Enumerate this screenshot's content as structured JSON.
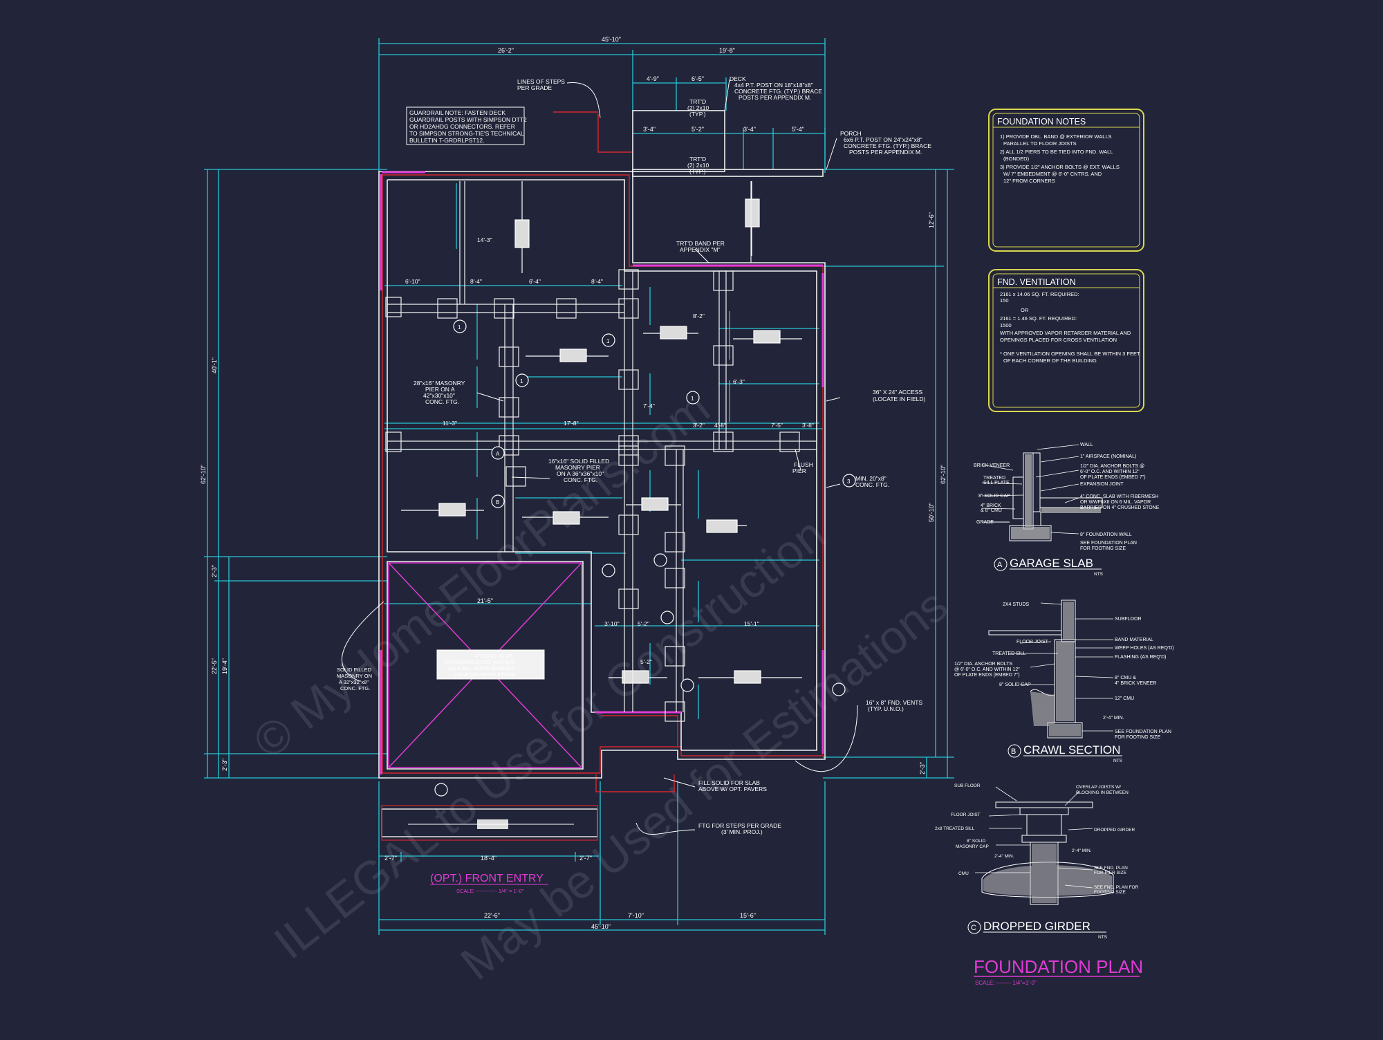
{
  "colors": {
    "background": "#222539",
    "dimension": "#27c6d8",
    "wall": "#f2f2f2",
    "magenta": "#e23ad6",
    "red": "#d4262e",
    "yellow": "#dcd84e",
    "text": "#ffffff",
    "watermark": "#4b4e61"
  },
  "dims": {
    "top_overall": "45'-10\"",
    "top_left": "26'-2\"",
    "top_right": "19'-8\"",
    "deck_1": "4'-9\"",
    "deck_2": "6'-5\"",
    "porch_1": "3'-4\"",
    "porch_2": "5'-2\"",
    "porch_3": "3'-4\"",
    "porch_4": "5'-4\"",
    "left_overall": "62'-10\"",
    "left_upper": "40'-1\"",
    "left_mid": "2'-3\"",
    "left_garage": "22'-5\"",
    "left_garage_in": "19'-4\"",
    "left_bottom": "2'-3\"",
    "right_overall": "62'-10\"",
    "right_upper": "12'-6\"",
    "right_lower": "50'-10\"",
    "right_bottom": "2'-3\"",
    "bottom_overall": "45'-10\"",
    "bottom_1": "22'-6\"",
    "bottom_2": "7'-10\"",
    "bottom_3": "15'-6\"",
    "entry_1": "2'-7\"",
    "entry_2": "18'-4\"",
    "entry_3": "2'-7\"",
    "garage_w": "21'-5\""
  },
  "labels": {
    "guardrail_note": [
      "GUARDRAIL NOTE: FASTEN DECK",
      "GUARDRAIL POSTS WITH SIMPSON DTT2",
      "OR HD2AHDG CONNECTORS. REFER",
      "TO SIMPSON STRONG-TIE'S TECHNICAL",
      "BULLETIN T-GRDRLPST12."
    ],
    "lines_of_steps": [
      "LINES OF STEPS",
      "PER GRADE"
    ],
    "deck": [
      "DECK",
      "4x4 P.T. POST ON 18\"x18\"x8\"",
      "CONCRETE FTG. (TYP.) BRACE",
      "POSTS PER APPENDIX M."
    ],
    "trtd_upper": [
      "TRT'D",
      "(2) 2x10",
      "(TYP.)"
    ],
    "trtd_lower": [
      "TRT'D",
      "(2) 2x10",
      "(TYP.)"
    ],
    "porch": [
      "PORCH",
      "6x6 P.T. POST ON 24\"x24\"x8\"",
      "CONCRETE FTG. (TYP.) BRACE",
      "POSTS PER APPENDIX M."
    ],
    "trtd_band": [
      "TRT'D BAND PER",
      "APPENDIX \"M\""
    ],
    "masonry_pier": [
      "28\"x16\" MASONRY",
      "PIER ON A",
      "42\"x30\"x10\"",
      "CONC. FTG."
    ],
    "solid_pier": [
      "16\"x16\" SOLID FILLED",
      "MASONRY PIER",
      "ON A 36\"x36\"x10\"",
      "CONC. FTG."
    ],
    "access": [
      "36\" X 24\" ACCESS",
      "(LOCATE IN FIELD)"
    ],
    "flush_pier": [
      "FLUSH",
      "PIER"
    ],
    "min_ftg": [
      "MIN. 20\"x8\"",
      "CONC. FTG."
    ],
    "slab": [
      "4\" CONC. SLAB",
      "W/ FIBERMESH OR WWF6X6",
      "ON 6 MIL. VAPOR BARRIER",
      "ON 4\" CRUSHED STONE"
    ],
    "solid_masonry": [
      "SOLID FILLED",
      "MASONRY ON",
      "A 32\"x32\"x8\"",
      "CONC. FTG."
    ],
    "vents": [
      "16\" x 8\" FND. VENTS",
      "(TYP. U.N.O.)"
    ],
    "fill_solid": [
      "FILL SOLID FOR SLAB",
      "ABOVE W/ OPT. PAVERS"
    ],
    "ftg_steps": [
      "FTG FOR STEPS PER GRADE",
      "(3' MIN. PROJ.)"
    ],
    "front_entry_title": "(OPT.) FRONT ENTRY",
    "front_entry_scale": "SCALE: ------------ 1/4\" = 1'-0\"",
    "plan_title": "FOUNDATION PLAN",
    "plan_scale": "SCALE: -------- 1/4\"=1'-0\"",
    "room_dims": [
      "6'-10\"",
      "8'-4\"",
      "6'-4\"",
      "8'-4\"",
      "11'-3\"",
      "17'-8\"",
      "3'-2\"",
      "4'-8\"",
      "7'-5\"",
      "3'-8\"",
      "3'-10\"",
      "5'-2\"",
      "15'-1\"",
      "14'-3\"",
      "7'-4\"",
      "8'-2\"",
      "6'-3\"",
      "5'-2\""
    ],
    "markers": [
      "1",
      "1",
      "1",
      "1",
      "A",
      "B",
      "3"
    ]
  },
  "foundation_notes": {
    "title": "FOUNDATION NOTES",
    "items": [
      "1) PROVIDE DBL. BAND @ EXTERIOR WALLS",
      "PARALLEL TO FLOOR JOISTS",
      "2) ALL 1/2 PIERS TO BE TIED INTO FND. WALL",
      "(BONDED)",
      "3) PROVIDE 1/2\" ANCHOR BOLTS @ EXT. WALLS",
      "W/ 7\" EMBEDMENT @ 6'-0\" CNTRS. AND",
      "12\" FROM CORNERS"
    ]
  },
  "fnd_ventilation": {
    "title": "FND. VENTILATION",
    "items": [
      "2161 x 14.06 SQ. FT. REQUIRED:",
      "150",
      "OR",
      "2161 = 1.46 SQ. FT. REQUIRED:",
      "1500",
      "WITH APPROVED VAPOR RETARDER MATERIAL AND",
      "OPENINGS PLACED FOR CROSS VENTILATION",
      "* ONE VENTILATION OPENING SHALL BE WITHIN 3 FEET",
      "OF EACH CORNER OF THE BUILDING"
    ]
  },
  "details": {
    "garage_slab": {
      "letter": "A",
      "title": "GARAGE SLAB",
      "nts": "NTS",
      "labels": [
        "WALL",
        "1\" AIRSPACE (NOMINAL)",
        "1/2\" DIA. ANCHOR BOLTS @",
        "6'-0\" O.C. AND WITHIN 12\"",
        "OF PLATE ENDS (EMBED 7\")",
        "EXPANSION JOINT",
        "4\" CONC. SLAB WITH FIBERMESH",
        "OR WWF6X6 ON 6 MIL. VAPOR",
        "BARRIER ON 4\" CRUSHED STONE",
        "8\" FOUNDATION WALL",
        "SEE FOUNDATION PLAN",
        "FOR FOOTING SIZE",
        "BRICK VENEER",
        "TREATED",
        "SILL PLATE",
        "8\" SOLID CAP",
        "4\" BRICK",
        "& 8\" CMU",
        "GRADE"
      ]
    },
    "crawl_section": {
      "letter": "B",
      "title": "CRAWL SECTION",
      "nts": "NTS",
      "labels": [
        "2X4 STUDS",
        "SUBFLOOR",
        "BAND MATERIAL",
        "WEEP HOLES (AS REQ'D)",
        "FLASHING (AS REQ'D)",
        "8\" CMU &",
        "4\" BRICK VENEER",
        "12\" CMU",
        "SEE FOUNDATION PLAN",
        "FOR FOOTING SIZE",
        "FLOOR JOIST",
        "TREATED SILL",
        "1/2\" DIA. ANCHOR BOLTS",
        "@ 6'-0\" O.C. AND WITHIN 12\"",
        "OF PLATE ENDS (EMBED 7\")",
        "8\" SOLID CAP",
        "2'-4\" MIN."
      ]
    },
    "dropped_girder": {
      "letter": "C",
      "title": "DROPPED GIRDER",
      "nts": "NTS",
      "labels": [
        "SUB FLOOR",
        "OVERLAP JOISTS W/",
        "BLOCKING IN BETWEEN",
        "FLOOR JOIST",
        "2x8 TREATED SILL",
        "8\" SOLID",
        "MASONRY CAP",
        "CMU",
        "DROPPED GIRDER",
        "SEE FND. PLAN",
        "FOR PIER SIZE",
        "SEE FND. PLAN FOR",
        "FOOTING SIZE",
        "2'-4\" MIN.",
        "2'-4\" MIN."
      ]
    }
  },
  "watermark": {
    "line1": "© MyHomeFloorPlans.com",
    "line2": "ILLEGAL to Use for Construction",
    "line3": "May be Used for Estimations"
  }
}
